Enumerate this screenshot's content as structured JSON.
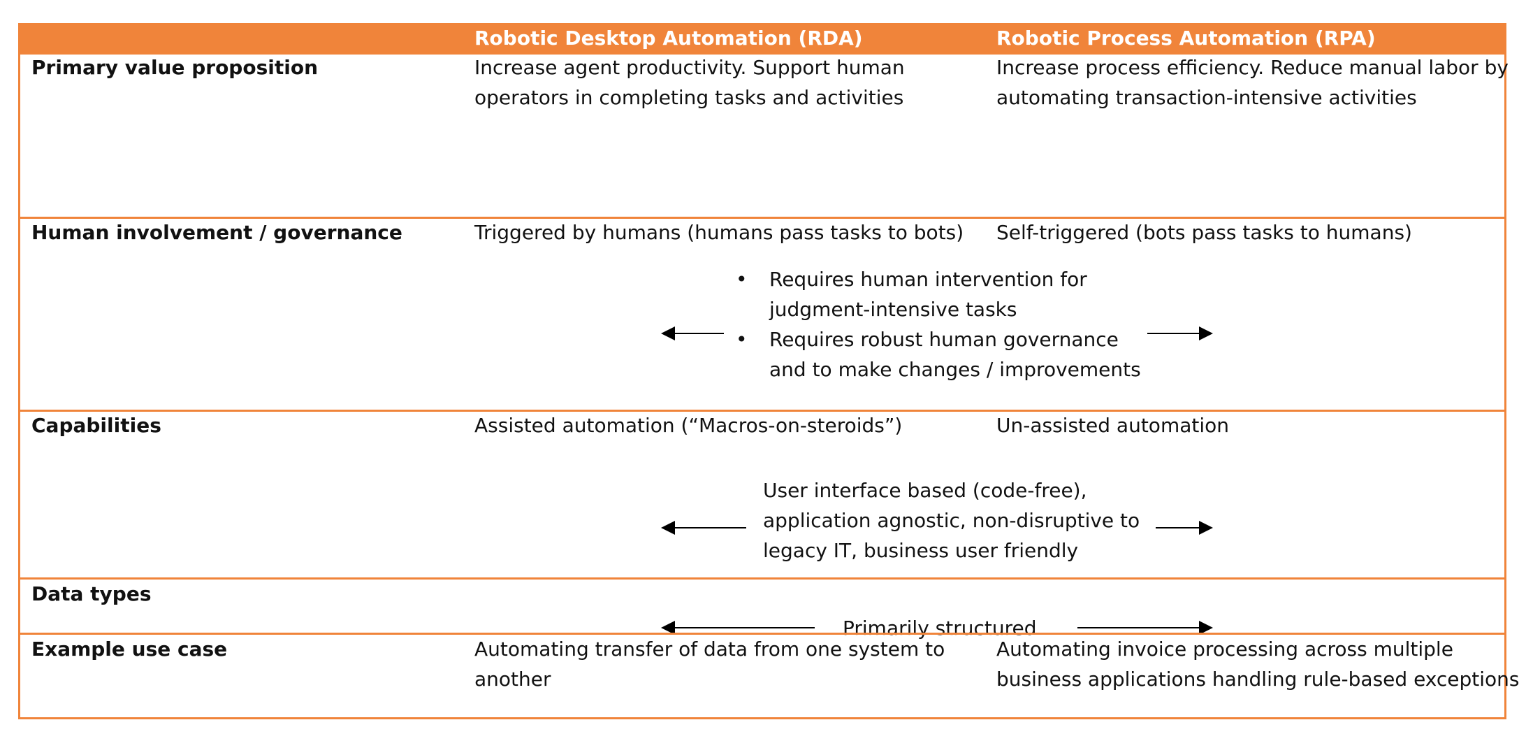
{
  "header": {
    "col2": "Robotic Desktop Automation (RDA)",
    "col3": "Robotic Process Automation (RPA)"
  },
  "rows": [
    {
      "label": "Primary value proposition",
      "rda": [
        "Increase agent productivity. Support human",
        "operators in completing tasks and activities"
      ],
      "rpa": [
        "Increase process efficiency. Reduce manual labor by",
        "automating transaction-intensive activities"
      ]
    },
    {
      "label": "Human involvement / governance",
      "rda": [
        "Triggered by humans (humans pass tasks to bots)"
      ],
      "rpa": [
        "Self-triggered (bots pass tasks to humans)"
      ],
      "shared_bullets": [
        [
          "Requires human intervention for",
          "judgment-intensive tasks"
        ],
        [
          "Requires robust human governance",
          "and to make changes / improvements"
        ]
      ]
    },
    {
      "label": "Capabilities",
      "rda": [
        "Assisted automation (“Macros-on-steroids”)"
      ],
      "rpa": [
        "Un-assisted automation"
      ],
      "shared": [
        "User interface based (code-free),",
        "application agnostic, non-disruptive to",
        "legacy IT, business user friendly"
      ]
    },
    {
      "label": "Data types",
      "shared": [
        "Primarily structured"
      ]
    },
    {
      "label": "Example use case",
      "rda": [
        "Automating transfer of data from one system to",
        "another"
      ],
      "rpa": [
        "Automating invoice processing across multiple",
        "business applications handling rule-based exceptions"
      ]
    }
  ],
  "colors": {
    "accent": "#f0843a",
    "header_text": "#ffffff"
  },
  "icons": [
    "arrow-left-icon",
    "arrow-right-icon"
  ]
}
